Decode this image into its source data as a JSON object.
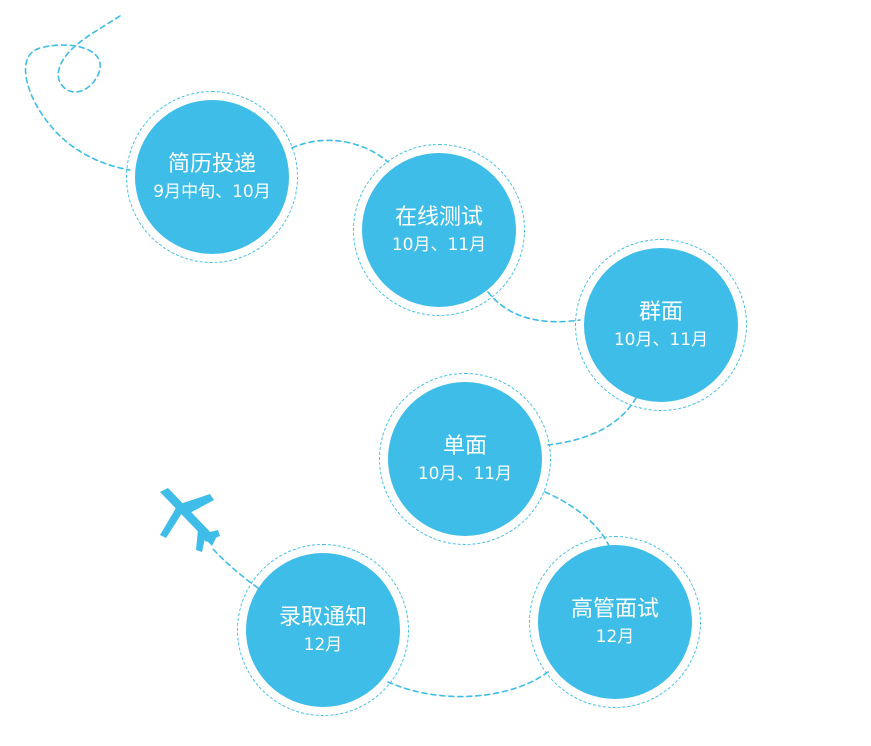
{
  "colors": {
    "accent": "#3dbde7",
    "text": "#ffffff"
  },
  "icons": {
    "plane": "airplane-icon"
  },
  "steps": [
    {
      "title": "简历投递",
      "time": "9月中旬、10月"
    },
    {
      "title": "在线测试",
      "time": "10月、11月"
    },
    {
      "title": "群面",
      "time": "10月、11月"
    },
    {
      "title": "单面",
      "time": "10月、11月"
    },
    {
      "title": "高管面试",
      "time": "12月"
    },
    {
      "title": "录取通知",
      "time": "12月"
    }
  ]
}
